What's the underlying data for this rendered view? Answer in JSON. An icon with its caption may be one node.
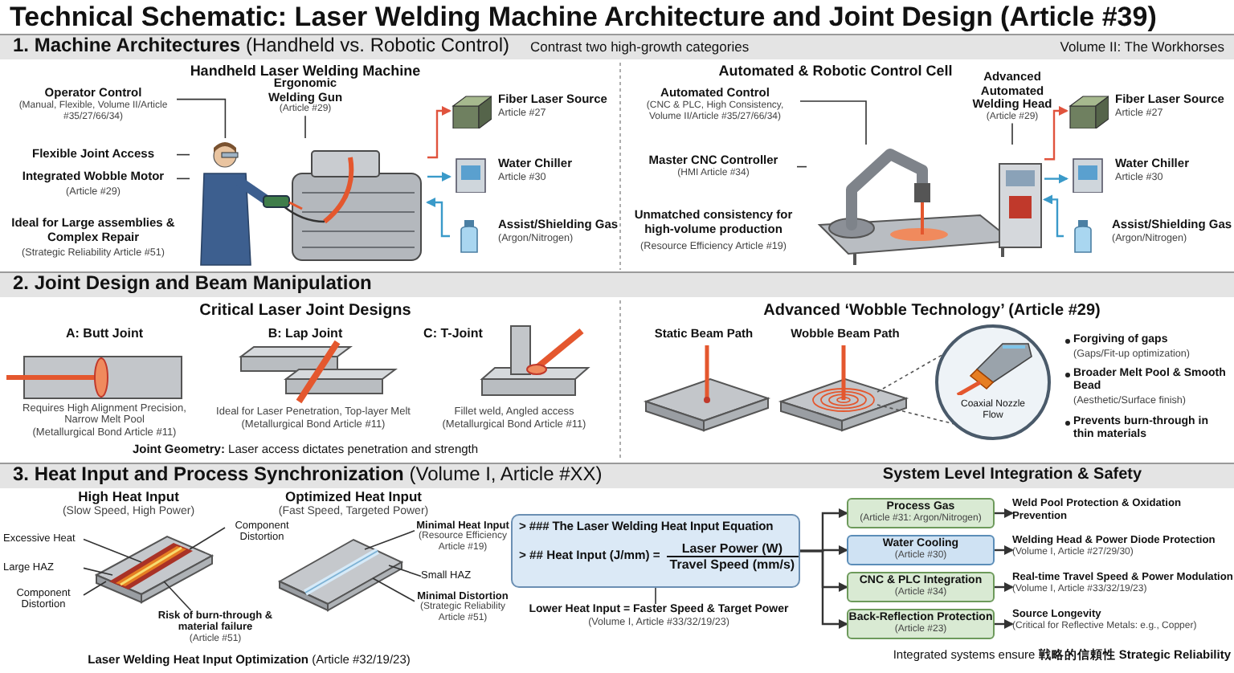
{
  "diagram": {
    "title": "Technical Schematic: Laser Welding Machine Architecture and Joint Design (Article #39)",
    "nodes": [
      {
        "text": [
          "Operator Control",
          "(Manual, Flexible, Volume II/Article #35/27/66/34)"
        ]
      },
      {
        "text": [
          "Flexible Joint Access"
        ]
      },
      {
        "text": [
          "Integrated Wobble Motor",
          "(Article #29)"
        ]
      },
      {
        "text": [
          "Ergonomic Welding Gun",
          "(Article #29)"
        ]
      },
      {
        "text": [],
        "shape": "picture"
      },
      {
        "text": [
          "Fiber Laser Source",
          "Article #27"
        ]
      },
      {
        "text": [
          "Water Chiller",
          "Article #30"
        ]
      },
      {
        "text": [
          "Assist/Shielding Gas",
          "(Argon/Nitrogen)"
        ]
      },
      {
        "text": [
          "Automated Control",
          "(CNC & PLC, High Consistency, Volume II/Article #35/27/66/34)"
        ]
      },
      {
        "text": [
          "Master CNC Controller",
          "(HMI Article #34)"
        ]
      },
      {
        "text": [
          "Advanced Automated Welding Head",
          "(Article #29)"
        ]
      },
      {
        "text": [],
        "shape": "picture"
      },
      {
        "text": [
          "Fiber Laser Source",
          "Article #27"
        ]
      },
      {
        "text": [
          "Water Chiller",
          "Article #30"
        ]
      },
      {
        "text": [
          "Assist/Shielding Gas",
          "(Argon/Nitrogen)"
        ]
      },
      {
        "text": [
          "Coaxial Nozzle Flow"
        ]
      },
      {
        "text": [],
        "shape": "picture"
      },
      {
        "text": [
          "Excessive Heat"
        ]
      },
      {
        "text": [
          "Large HAZ"
        ]
      },
      {
        "text": [
          "Component Distortion"
        ]
      },
      {
        "text": [
          "Component Distortion"
        ]
      },
      {
        "text": [
          "Risk of burn-through & material failure",
          "(Article #51)"
        ]
      },
      {
        "text": [],
        "shape": "picture"
      },
      {
        "text": [
          "Minimal Heat Input",
          "(Resource Efficiency Article #19)"
        ]
      },
      {
        "text": [
          "Small HAZ"
        ]
      },
      {
        "text": [
          "Minimal Distortion",
          "(Strategic Reliability Article #51)"
        ]
      },
      {
        "text": [
          "> ### The Laser Welding Heat Input Equation",
          "> ## Heat Input (J/mm) =",
          "Laser Power (W)",
          "Travel Speed (mm/s)"
        ]
      },
      {
        "text": [
          "Lower Heat Input = Faster Speed & Target Power",
          "(Volume I, Article #33/32/19/23)"
        ]
      },
      {
        "text": [
          "Process Gas",
          "(Article #31: Argon/Nitrogen)"
        ]
      },
      {
        "text": [
          "Water Cooling",
          "(Article #30)"
        ]
      },
      {
        "text": [
          "CNC & PLC Integration",
          "(Article #34)"
        ]
      },
      {
        "text": [
          "Back-Reflection Protection",
          "(Article #23)"
        ]
      },
      {
        "text": [
          "Weld Pool Protection & Oxidation Prevention"
        ]
      },
      {
        "text": [
          "Welding Head & Power Diode Protection",
          "(Volume I, Article #27/29/30)"
        ]
      },
      {
        "text": [
          "Real-time Travel Speed & Power Modulation",
          "(Volume I, Article #33/32/19/23)"
        ]
      },
      {
        "text": [
          "Source Longevity",
          "(Critical for Reflective Metals: e.g., Copper)"
        ]
      }
    ],
    "edges": [
      {
        "from": 0,
        "to": 4,
        "arrow": "none"
      },
      {
        "from": 1,
        "to": 4,
        "arrow": "none"
      },
      {
        "from": 2,
        "to": 4,
        "arrow": "none"
      },
      {
        "from": 3,
        "to": 4,
        "arrow": "none"
      },
      {
        "from": 4,
        "to": 5,
        "arrow": "to",
        "color": "#e0533d"
      },
      {
        "from": 4,
        "to": 6,
        "arrow": "to",
        "color": "#3a9ac9"
      },
      {
        "from": 7,
        "to": 4,
        "arrow": "to",
        "color": "#3a9ac9"
      },
      {
        "from": 8,
        "to": 11,
        "arrow": "none"
      },
      {
        "from": 9,
        "to": 11,
        "arrow": "none"
      },
      {
        "from": 10,
        "to": 11,
        "arrow": "none"
      },
      {
        "from": 11,
        "to": 12,
        "arrow": "to",
        "color": "#e0533d"
      },
      {
        "from": 11,
        "to": 13,
        "arrow": "to",
        "color": "#3a9ac9"
      },
      {
        "from": 14,
        "to": 11,
        "arrow": "to",
        "color": "#3a9ac9"
      },
      {
        "from": 17,
        "to": 16,
        "arrow": "none"
      },
      {
        "from": 18,
        "to": 16,
        "arrow": "none"
      },
      {
        "from": 19,
        "to": 16,
        "arrow": "none"
      },
      {
        "from": 20,
        "to": 16,
        "arrow": "none"
      },
      {
        "from": 21,
        "to": 16,
        "arrow": "none"
      },
      {
        "from": 23,
        "to": 22,
        "arrow": "none"
      },
      {
        "from": 24,
        "to": 22,
        "arrow": "none"
      },
      {
        "from": 25,
        "to": 22,
        "arrow": "none"
      },
      {
        "from": 26,
        "to": 27,
        "arrow": "none"
      },
      {
        "from": 26,
        "to": 28,
        "arrow": "to"
      },
      {
        "from": 26,
        "to": 29,
        "arrow": "to"
      },
      {
        "from": 26,
        "to": 30,
        "arrow": "to"
      },
      {
        "from": 26,
        "to": 31,
        "arrow": "to"
      },
      {
        "from": 28,
        "to": 32,
        "arrow": "to"
      },
      {
        "from": 29,
        "to": 33,
        "arrow": "to"
      },
      {
        "from": 30,
        "to": 34,
        "arrow": "to"
      },
      {
        "from": 31,
        "to": 35,
        "arrow": "to"
      }
    ],
    "labels": [
      "**1. Machine Architectures** (Handheld vs. Robotic Control)",
      "Contrast two high-growth categories",
      "Volume II: The Workhorses",
      "Handheld Laser Welding Machine",
      "Ideal for Large assemblies & Complex Repair",
      "(Strategic Reliability Article #51)",
      "Automated & Robotic Control Cell",
      "Unmatched consistency for high-volume production",
      "(Resource Efficiency Article #19)",
      "2. Joint Design and Beam Manipulation",
      "Critical Laser Joint Designs",
      "A: Butt Joint",
      "B: Lap Joint",
      "C: T-Joint",
      "Requires High Alignment Precision, Narrow Melt Pool",
      "(Metallurgical Bond Article #11)",
      "Ideal for Laser Penetration, Top-layer Melt",
      "(Metallurgical Bond Article #11)",
      "Fillet weld, Angled access",
      "(Metallurgical Bond Article #11)",
      "**Joint Geometry:** Laser access dictates penetration and strength",
      "Advanced ‘Wobble Technology’ (Article #29)",
      "Static Beam Path",
      "Wobble Beam Path",
      "Forgiving of gaps",
      "(Gaps/Fit-up optimization)",
      "Broader Melt Pool & Smooth Bead",
      "(Aesthetic/Surface finish)",
      "Prevents burn-through in thin materials",
      "**3. Heat Input and Process Synchronization** (Volume I, Article #XX)",
      "System Level Integration & Safety",
      "High Heat Input",
      "(Slow Speed, High Power)",
      "Optimized Heat Input",
      "(Fast Speed, Targeted Power)",
      "**Laser Welding Heat Input Optimization** (Article #32/19/23)",
      "Integrated systems ensure **戦略的信頼性 Strategic Reliability**"
    ]
  }
}
